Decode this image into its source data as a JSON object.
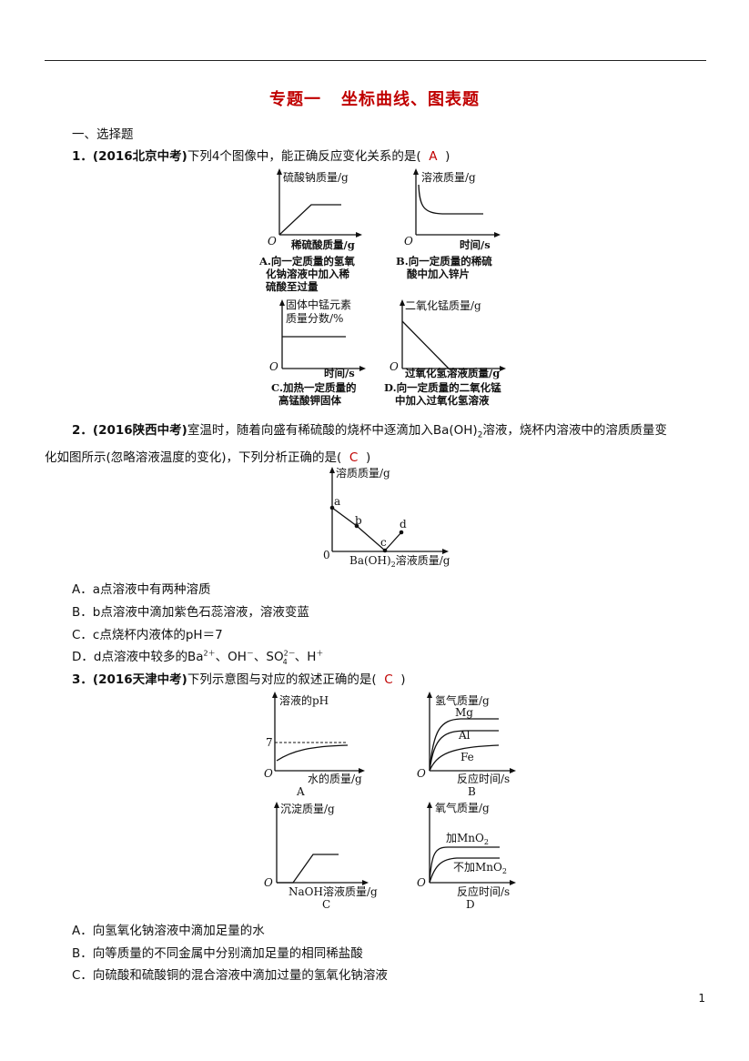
{
  "title": {
    "part1": "专题一",
    "part2": "坐标曲线、图表题"
  },
  "section": "一、选择题",
  "q1": {
    "num": "1",
    "source": "(2016北京中考)",
    "text": "下列4个图像中，能正确反应变化关系的是(",
    "answer": "A",
    "close": ")",
    "charts": {
      "a": {
        "ylabel": "硫酸钠质量/g",
        "xlabel": "稀硫酸质量/g",
        "origin": "O",
        "caption": [
          "A.向一定质量的氢氧",
          "化钠溶液中加入稀",
          "硫酸至过量"
        ]
      },
      "b": {
        "ylabel": "溶液质量/g",
        "xlabel": "时间/s",
        "origin": "O",
        "caption": [
          "B.向一定质量的稀硫",
          "酸中加入锌片"
        ]
      },
      "c": {
        "ylabel": [
          "固体中锰元素",
          "质量分数/%"
        ],
        "xlabel": "时间/s",
        "origin": "O",
        "caption": [
          "C.加热一定质量的",
          "高锰酸钾固体"
        ]
      },
      "d": {
        "ylabel": "二氧化锰质量/g",
        "xlabel": "过氧化氢溶液质量/g",
        "origin": "O",
        "caption": [
          "D.向一定质量的二氧化锰",
          "中加入过氧化氢溶液"
        ]
      }
    }
  },
  "q2": {
    "num": "2",
    "source": "(2016陕西中考)",
    "text1": "室温时，随着向盛有稀硫酸的烧杯中逐滴加入Ba(OH)",
    "sub2": "2",
    "text2": "溶液，烧杯内溶液中的溶质质量变",
    "text3": "化如图所示(忽略溶液温度的变化)，下列分析正确的是(",
    "answer": "C",
    "close": ")",
    "chart": {
      "ylabel": "溶质质量/g",
      "xlabel_pre": "Ba(OH)",
      "xlabel_sub": "2",
      "xlabel_post": "溶液质量/g",
      "origin": "0",
      "points": [
        "a",
        "b",
        "c",
        "d"
      ]
    },
    "options": {
      "A": "A．a点溶液中有两种溶质",
      "B": "B．b点溶液中滴加紫色石蕊溶液，溶液变蓝",
      "C": "C．c点烧杯内液体的pH＝7",
      "D_pre": "D．d点溶液中较多的Ba",
      "D_sup1": "2＋",
      "D_mid1": "、OH",
      "D_sup2": "－",
      "D_mid2": "、SO",
      "D_sup3": "2－",
      "D_sub3": "4",
      "D_mid3": "、H",
      "D_sup4": "＋"
    }
  },
  "q3": {
    "num": "3",
    "source": "(2016天津中考)",
    "text": "下列示意图与对应的叙述正确的是(",
    "answer": "C",
    "close": ")",
    "charts": {
      "a": {
        "ylabel": "溶液的pH",
        "xlabel": "水的质量/g",
        "origin": "O",
        "tick": "7",
        "letter": "A"
      },
      "b": {
        "ylabel": "氢气质量/g",
        "xlabel": "反应时间/s",
        "origin": "O",
        "series": [
          "Mg",
          "Al",
          "Fe"
        ],
        "letter": "B"
      },
      "c": {
        "ylabel": "沉淀质量/g",
        "xlabel": "NaOH溶液质量/g",
        "origin": "O",
        "letter": "C"
      },
      "d": {
        "ylabel": "氧气质量/g",
        "xlabel": "反应时间/s",
        "origin": "O",
        "series1": "加MnO",
        "series2": "不加MnO",
        "sub": "2",
        "letter": "D"
      }
    },
    "options": {
      "A": "A．向氢氧化钠溶液中滴加足量的水",
      "B": "B．向等质量的不同金属中分别滴加足量的相同稀盐酸",
      "C": "C．向硫酸和硫酸铜的混合溶液中滴加过量的氢氧化钠溶液"
    }
  },
  "page_number": "1"
}
